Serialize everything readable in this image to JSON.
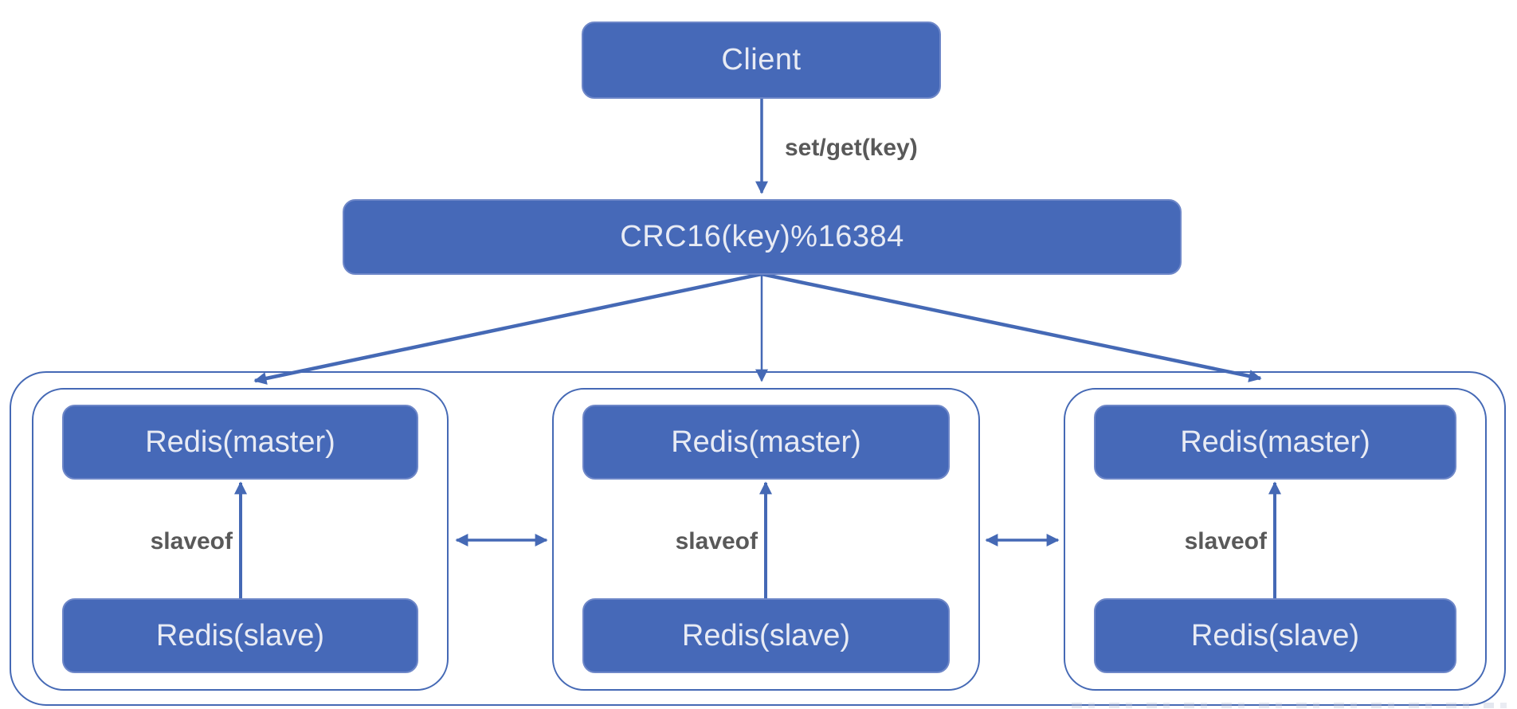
{
  "nodes": {
    "client": "Client",
    "hash": "CRC16(key)%16384"
  },
  "edges": {
    "set_get": "set/get(key)"
  },
  "clusters": [
    {
      "master": "Redis(master)",
      "slave": "Redis(slave)",
      "slaveof_label": "slaveof"
    },
    {
      "master": "Redis(master)",
      "slave": "Redis(slave)",
      "slaveof_label": "slaveof"
    },
    {
      "master": "Redis(master)",
      "slave": "Redis(slave)",
      "slaveof_label": "slaveof"
    }
  ],
  "colors": {
    "node_fill": "#4669B8",
    "node_edge": "#6E87C8",
    "stroke": "#4569B5",
    "node_text": "#E8EBF4",
    "label_text": "#595959",
    "background": "#FFFFFF"
  }
}
